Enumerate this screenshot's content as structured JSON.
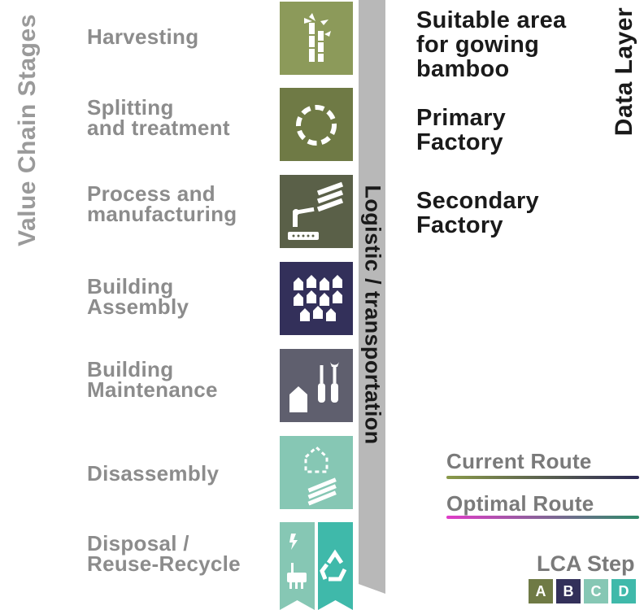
{
  "left_title": "Value Chain Stages",
  "right_title": "Data Layer",
  "stages": [
    {
      "label": "Harvesting",
      "color": "#8c9a5a",
      "icon": "bamboo-icon"
    },
    {
      "label": "Splitting\nand treatment",
      "color": "#6f7a45",
      "icon": "dashed-circle-icon"
    },
    {
      "label": "Process and\nmanufacturing",
      "color": "#5a6048",
      "icon": "robot-arm-icon"
    },
    {
      "label": "Building\nAssembly",
      "color": "#33305a",
      "icon": "houses-icon"
    },
    {
      "label": "Building\nMaintenance",
      "color": "#5f5f6e",
      "icon": "tools-icon"
    },
    {
      "label": "Disassembly",
      "color": "#86c7b4",
      "icon": "dashed-house-icon"
    },
    {
      "label": "Disposal /\nReuse-Recycle",
      "colors": [
        "#86c7b4",
        "#3fb9aa"
      ],
      "icons": [
        "energy-icon",
        "recycle-icon"
      ]
    }
  ],
  "bar_label": "Logistic / transportation",
  "layers": [
    "Suitable area\nfor gowing\nbamboo",
    "Primary\nFactory",
    "Secondary\nFactory"
  ],
  "routes": {
    "current": {
      "label": "Current Route",
      "colors": [
        "#8a9a4a",
        "#2c2a55"
      ]
    },
    "optimal": {
      "label": "Optimal Route",
      "colors": [
        "#e03cc8",
        "#2f8a6a"
      ]
    }
  },
  "lca": {
    "title": "LCA Step",
    "steps": [
      {
        "label": "A",
        "color": "#6f7a45"
      },
      {
        "label": "B",
        "color": "#33305a"
      },
      {
        "label": "C",
        "color": "#86c7b4"
      },
      {
        "label": "D",
        "color": "#3fb9aa"
      }
    ]
  }
}
